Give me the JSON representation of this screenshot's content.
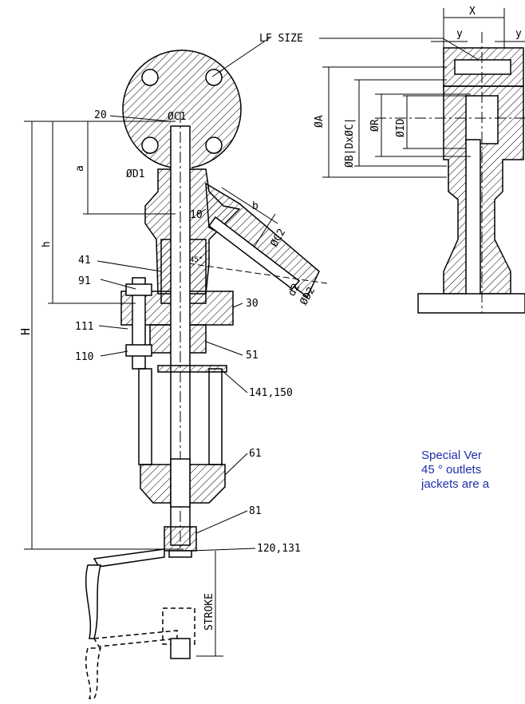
{
  "labels": {
    "lf_size": "LF SIZE",
    "x": "X",
    "y_left": "y",
    "y_right": "y",
    "phi_a": "ØA",
    "phi_b_d_c": "ØB|DxØC|",
    "phi_r": "ØR",
    "phi_id": "ØID",
    "phi_c1": "ØC1",
    "phi_d1": "ØD1",
    "phi_c2": "ØC2",
    "phi_d2": "ØD2",
    "d2": "d2",
    "a": "a",
    "b": "b",
    "h": "h",
    "H": "H",
    "stroke": "STROKE",
    "angle": "45°"
  },
  "callouts": [
    "20",
    "10",
    "41",
    "91",
    "111",
    "110",
    "30",
    "51",
    "141,150",
    "61",
    "81",
    "120,131"
  ],
  "note_lines": [
    "Special  Ver",
    "45 ° outlets",
    "jackets are a"
  ],
  "colors": {
    "line": "#000000",
    "note_text": "#1f2fa8",
    "background": "#ffffff"
  }
}
